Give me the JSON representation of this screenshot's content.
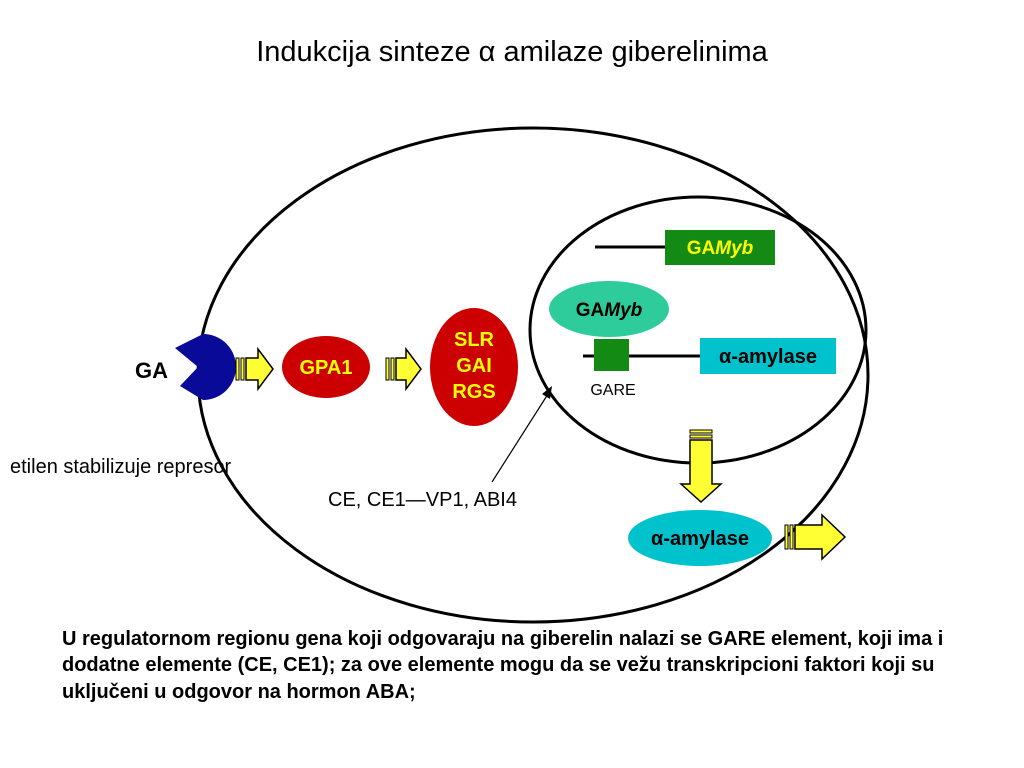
{
  "title": "Indukcija sinteze α amilaze giberelinima",
  "labels": {
    "ga": "GA",
    "gpa1": "GPA1",
    "repressors": [
      "SLR",
      "GAI",
      "RGS"
    ],
    "gamyb_gene_prefix": "GA",
    "gamyb_gene_suffix": "Myb",
    "gamyb_protein_prefix": "GA",
    "gamyb_protein_suffix": "Myb",
    "amylase_gene": "α-amylase",
    "gare": "GARE",
    "amylase_protein": "α-amylase",
    "ethylene_note": "etilen stabilizuje represor",
    "elements_note": "CE, CE1—VP1, ABI4"
  },
  "caption": "U regulatornom regionu gena koji odgovaraju na giberelin nalazi se GARE element, koji ima i dodatne elemente (CE, CE1); za ove elemente mogu da se vežu transkripcioni faktori koji su uključeni u odgovor na hormon ABA;",
  "colors": {
    "receptor_blue": "#0a0a99",
    "arrow_yellow": "#ffff33",
    "protein_red": "#cc0000",
    "label_yellow": "#ffff00",
    "gene_green": "#138a13",
    "gare_green": "#138a13",
    "myb_teal": "#2ecc9a",
    "amylase_cyan": "#00c2cc"
  }
}
